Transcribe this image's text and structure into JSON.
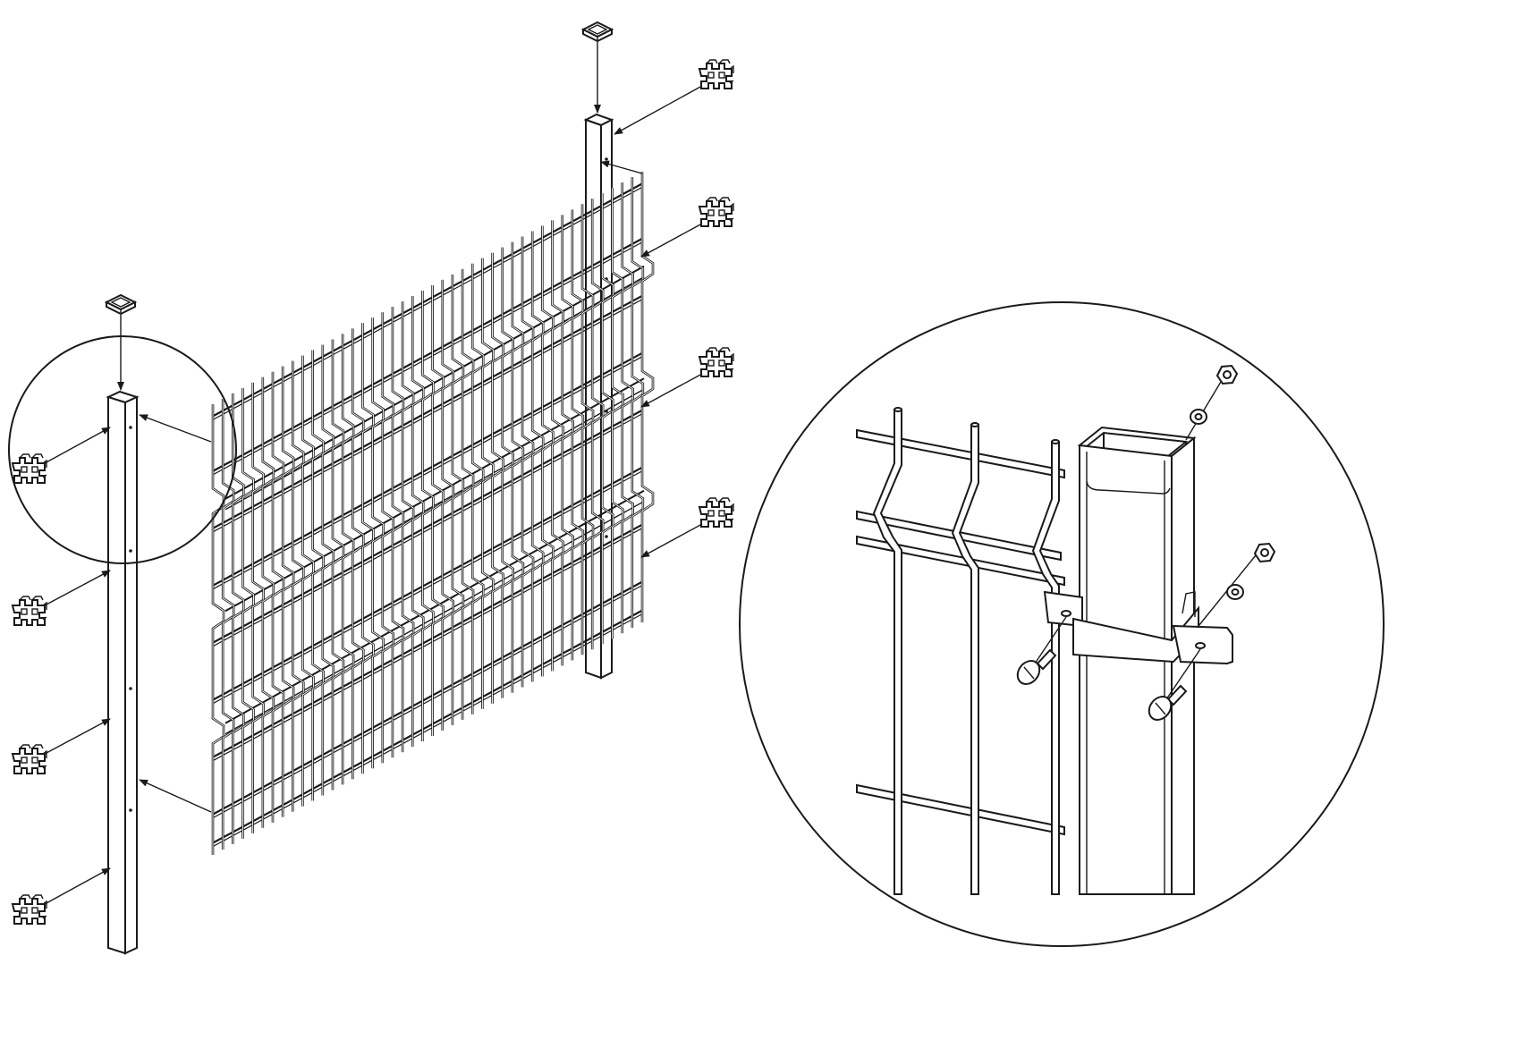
{
  "diagram": {
    "kind": "exploded-assembly",
    "colors": {
      "line": "#1a1a1a",
      "background": "#ffffff"
    },
    "parts": [
      {
        "name": "post-left",
        "icon": "square-post"
      },
      {
        "name": "post-right",
        "icon": "square-post"
      },
      {
        "name": "mesh-panel",
        "icon": "welded-wire-panel",
        "vertical_wires": 44,
        "horizontal_bends": 3
      },
      {
        "name": "post-cap",
        "icon": "square-cap",
        "count": 2
      },
      {
        "name": "mounting-clamp",
        "icon": "clamp-bracket",
        "count": 8
      },
      {
        "name": "detail-bolt",
        "icon": "bolt"
      },
      {
        "name": "detail-washer",
        "icon": "washer"
      },
      {
        "name": "detail-nut",
        "icon": "hex-nut"
      }
    ],
    "detail_view": {
      "magnified_region": "top-of-left-post",
      "shape": "circle"
    }
  }
}
